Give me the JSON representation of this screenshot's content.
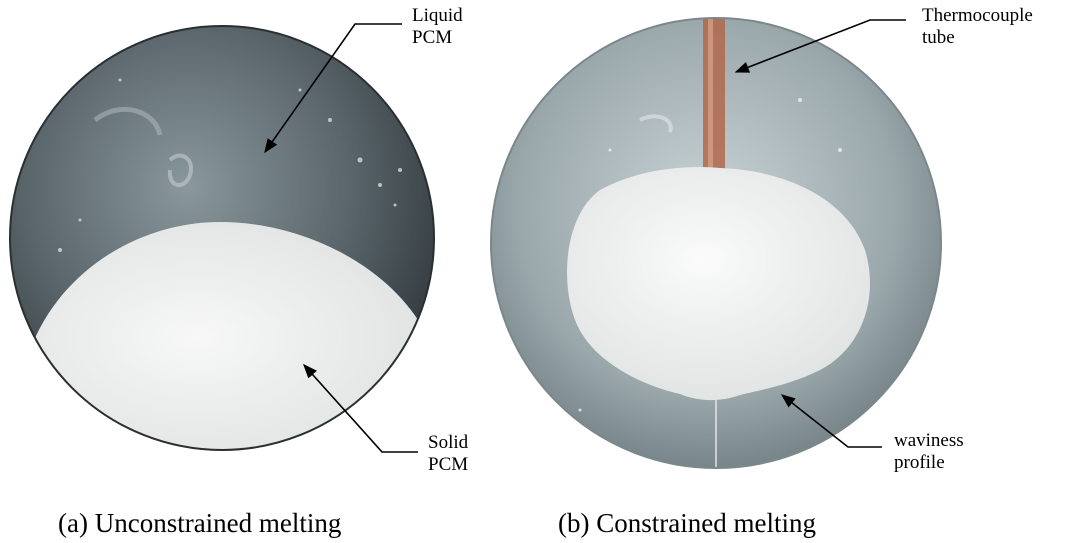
{
  "panel_a": {
    "caption": "(a) Unconstrained melting",
    "annotations": {
      "liquid": [
        "Liquid",
        "PCM"
      ],
      "solid": [
        "Solid",
        "PCM"
      ]
    }
  },
  "panel_b": {
    "caption": "(b) Constrained melting",
    "annotations": {
      "thermocouple": [
        "Thermocouple",
        "tube"
      ],
      "waviness": [
        "waviness",
        "profile"
      ]
    }
  },
  "colors": {
    "liquid_dark": "#2b3236",
    "liquid_mid": "#6d7a80",
    "liquid_light": "#b7c2c6",
    "solid_pcm": "#eef0ef",
    "copper_tube": "#b0684a"
  }
}
